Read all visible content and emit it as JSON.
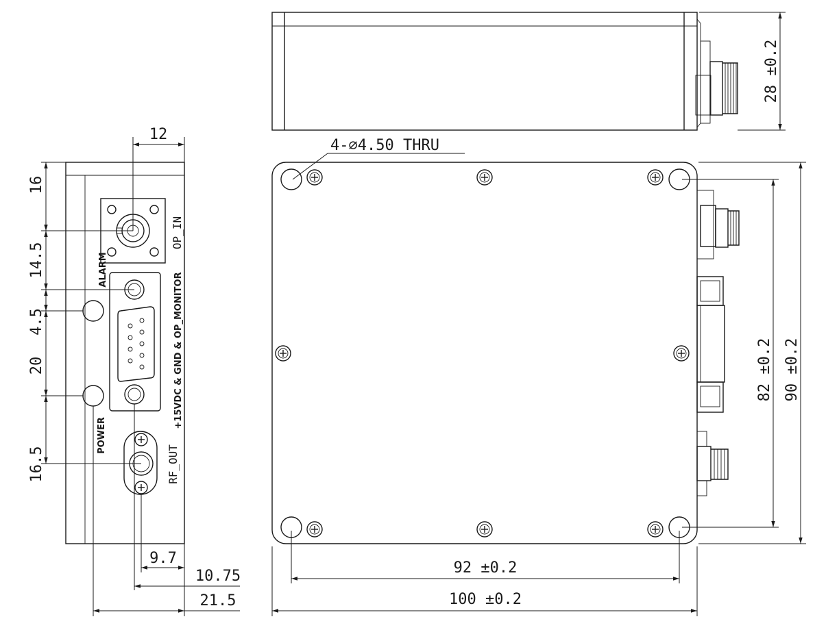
{
  "drawing": {
    "callout": "4-∅4.50 THRU",
    "labels": {
      "op_in": "OP_IN",
      "alarm": "ALARM",
      "dsub": "+15VDC & GND & OP_MONITOR",
      "power": "POWER",
      "rf_out": "RF_OUT"
    },
    "dims": {
      "front_width_top": "12",
      "v16": "16",
      "v14_5": "14.5",
      "v4_5": "4.5",
      "v20": "20",
      "v16_5": "16.5",
      "b9_7": "9.7",
      "b10_75": "10.75",
      "b21_5": "21.5",
      "height_28": "28 ±0.2",
      "hole_82": "82 ±0.2",
      "total_90": "90 ±0.2",
      "hole_92": "92 ±0.2",
      "total_100": "100 ±0.2"
    }
  }
}
